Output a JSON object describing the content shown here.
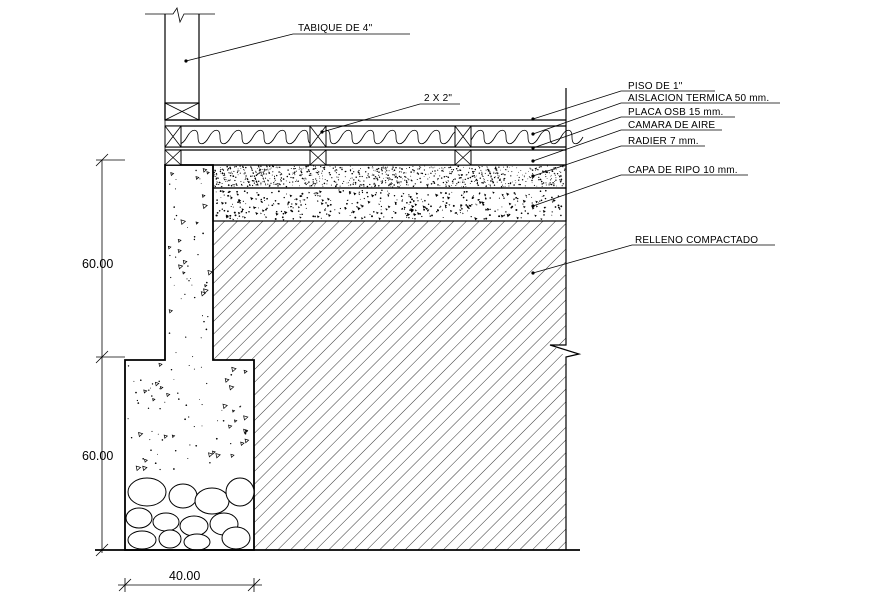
{
  "labels": {
    "tabique": "TABIQUE DE 4\"",
    "dos_x_dos": "2 X 2\"",
    "piso": "PISO DE 1\"",
    "aislacion": "AISLACION TERMICA 50 mm.",
    "placa": "PLACA OSB 15 mm.",
    "camara": "CAMARA DE AIRE",
    "radier": "RADIER 7 mm.",
    "capa": "CAPA DE RIPO 10 mm.",
    "relleno": "RELLENO COMPACTADO"
  },
  "dimensions": {
    "upper_height": "60.00",
    "lower_height": "60.00",
    "footing_width": "40.00"
  }
}
